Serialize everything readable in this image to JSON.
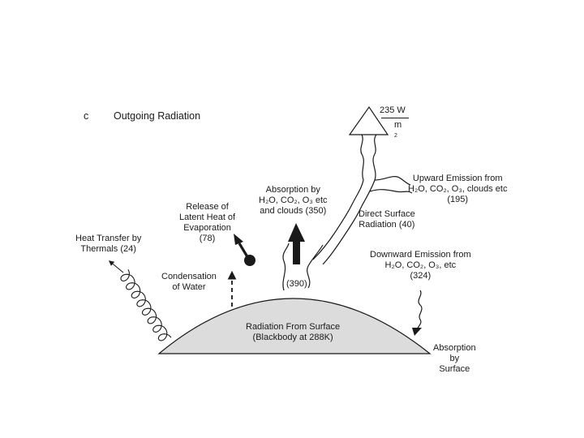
{
  "panel_letter": "c",
  "title": "Outgoing Radiation",
  "labels": {
    "heat_transfer": [
      "Heat Transfer by",
      "Thermals (24)"
    ],
    "latent_heat": [
      "Release of",
      "Latent Heat of",
      "Evaporation",
      "(78)"
    ],
    "condensation": [
      "Condensation",
      "of Water"
    ],
    "absorption_by": [
      "Absorption by"
    ],
    "absorption_gases_prefix": "H",
    "absorption_and_clouds": "and clouds (350)",
    "surface_390": "(390)",
    "direct_surface": [
      "Direct Surface",
      "Radiation (40)"
    ],
    "upward_emission": "Upward Emission from",
    "upward_value": "(195)",
    "downward_emission": "Downward Emission from",
    "downward_value": "(324)",
    "radiation_surface": [
      "Radiation From Surface",
      "(Blackbody at 288K)"
    ],
    "absorption_surface": [
      "Absorption",
      "by",
      "Surface"
    ],
    "outgoing_value": "235 W",
    "outgoing_unit": "m"
  },
  "colors": {
    "ink": "#1a1a1a",
    "earth_fill": "#dcdcdc"
  }
}
